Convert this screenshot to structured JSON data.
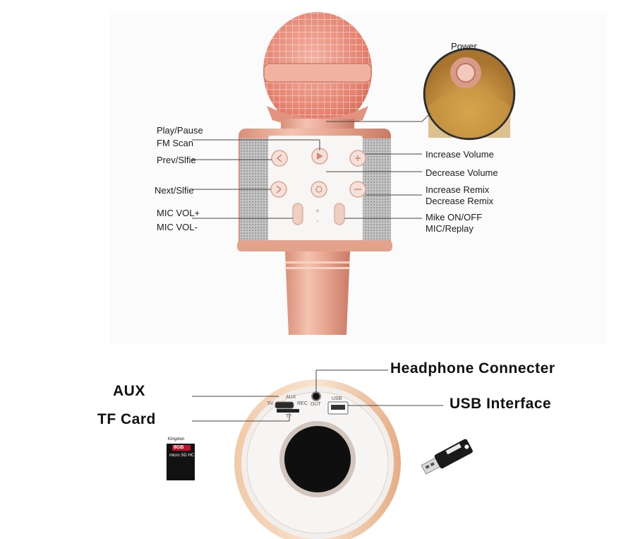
{
  "top_labels": {
    "power": "Power",
    "play_pause": "Play/Pause",
    "fm_scan": "FM Scan",
    "prev_selfie": "Prev/Slfie",
    "next_selfie": "Next/Slfie",
    "mic_vol_up": "MIC VOL+",
    "mic_vol_down": "MIC VOL-",
    "increase_volume": "Increase Volume",
    "decrease_volume": "Decrease Volume",
    "increase_remix": "Increase Remix",
    "decrease_remix": "Decrease Remix",
    "mike_on_off": "Mike ON/OFF",
    "mic_replay": "MIC/Replay"
  },
  "bottom_labels": {
    "aux": "AUX",
    "tf_card": "TF Card",
    "headphone": "Headphone Connecter",
    "usb_interface": "USB Interface"
  },
  "port_markings": {
    "five_v": "5V",
    "aux": "AUX",
    "rec": "REC",
    "out": "OUT",
    "usb": "USB",
    "tf": "TF"
  },
  "sd_card_text": {
    "brand": "Kingston",
    "capacity": "8GB",
    "format": "micro SD HC"
  },
  "colors": {
    "rose_gold": "#e8a48f",
    "grille": "#e58b78",
    "speaker_mesh": "#bfbfbf",
    "label_text": "#1b1b1b"
  }
}
